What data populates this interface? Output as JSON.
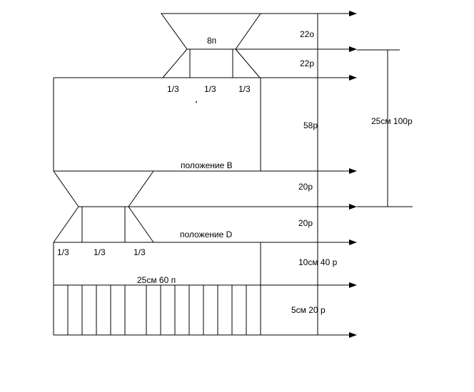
{
  "labels": {
    "top_width": "8п",
    "row_22o": "22о",
    "row_22p": "22р",
    "thirds_top": [
      "1/3",
      "1/3",
      "1/3"
    ],
    "row_58p": "58р",
    "total_height": "25см 100р",
    "position_b": "положение В",
    "row_20p_upper": "20р",
    "row_20p_lower": "20р",
    "position_d": "положение D",
    "thirds_bottom": [
      "1/3",
      "1/3",
      "1/3"
    ],
    "row_10cm": "10см 40 р",
    "bottom_width": "25см 60 п",
    "row_5cm": "5см 20 р"
  },
  "colors": {
    "line": "#000000",
    "background": "#ffffff"
  }
}
